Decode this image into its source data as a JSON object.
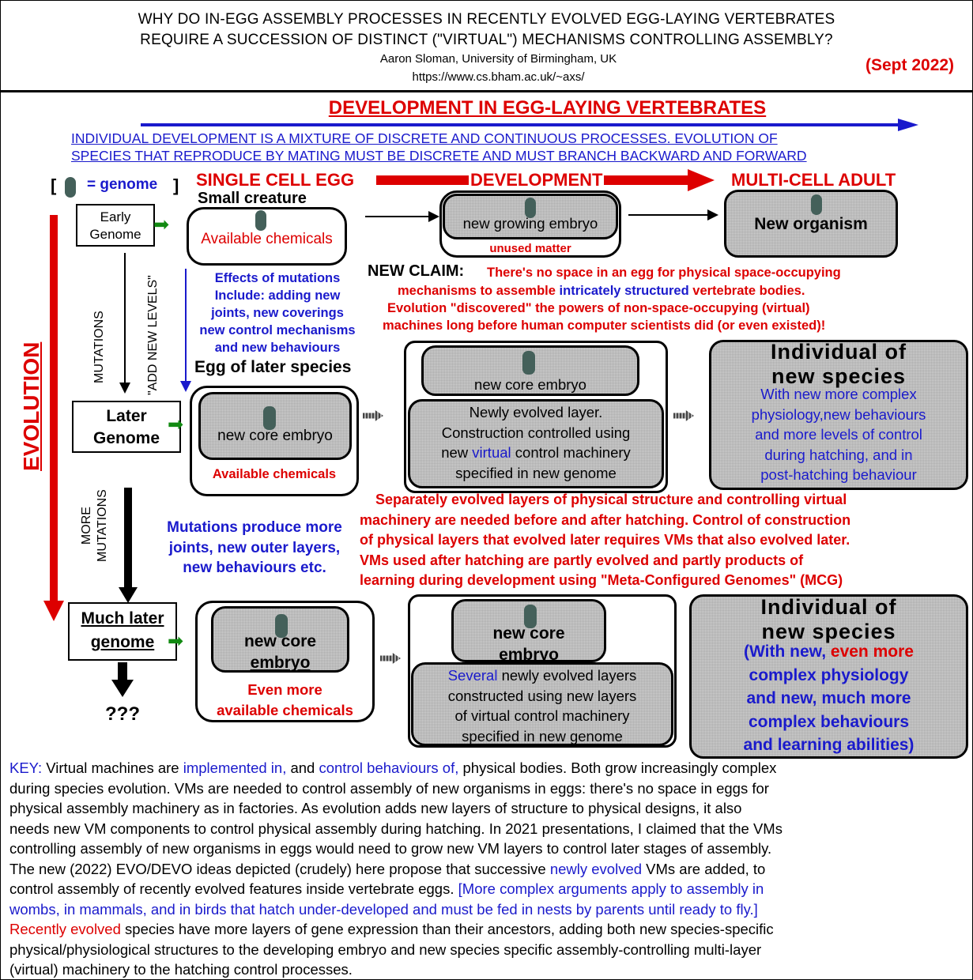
{
  "header": {
    "title_line1": "WHY DO IN-EGG ASSEMBLY PROCESSES IN RECENTLY EVOLVED EGG-LAYING VERTEBRATES",
    "title_line2": "REQUIRE A SUCCESSION OF DISTINCT (\"VIRTUAL\") MECHANISMS CONTROLLING ASSEMBLY?",
    "author": "Aaron Sloman, University of Birmingham, UK",
    "url": "https://www.cs.bham.ac.uk/~axs/",
    "date": "(Sept 2022)"
  },
  "diagram": {
    "main_title": "DEVELOPMENT IN EGG-LAYING VERTEBRATES",
    "intro_line1": "INDIVIDUAL DEVELOPMENT IS A MIXTURE OF DISCRETE AND CONTINUOUS PROCESSES. EVOLUTION OF",
    "intro_line2": "SPECIES THAT REPRODUCE BY MATING MUST BE DISCRETE AND MUST BRANCH BACKWARD AND FORWARD",
    "legend_open": "[",
    "legend_text": "= genome",
    "legend_close": "]",
    "single_cell": "SINGLE CELL EGG",
    "development": "DEVELOPMENT",
    "multi_cell": "MULTI-CELL ADULT",
    "small_creature": "Small creature",
    "early_genome": [
      "Early",
      "Genome"
    ],
    "available_chemicals": "Available chemicals",
    "new_growing_embryo": "new growing embryo",
    "unused_matter": "unused matter",
    "new_organism": "New organism",
    "mutations": "MUTATIONS",
    "add_new_levels": "\"ADD NEW LEVELS\"",
    "evolution": "EVOLUTION",
    "effects": [
      "Effects of mutations",
      "Include: adding new",
      "joints, new coverings",
      "new control mechanisms",
      "and new behaviours"
    ],
    "new_claim_label": "NEW CLAIM:",
    "new_claim_1": "There's no space in  an egg for physical  space-occupying",
    "new_claim_2a": "mechanisms  to assemble",
    "new_claim_2b": "intricately structured",
    "new_claim_2c": "vertebrate bodies.",
    "new_claim_3": "Evolution \"discovered\"  the powers of non-space-occupying (virtual)",
    "new_claim_4": "machines long before human computer scientists did (or even existed)!",
    "egg_later_species": "Egg of later species",
    "later_genome": [
      "Later",
      "Genome"
    ],
    "new_core_embryo": "new core embryo",
    "available_chemicals_2": "Available chemicals",
    "layer_text_1": "Newly evolved layer.",
    "layer_text_2": "Construction controlled using",
    "layer_text_3a": "new",
    "layer_text_3b": "virtual",
    "layer_text_3c": "control machinery",
    "layer_text_4": "specified in new genome",
    "ind_title": [
      "Individual of",
      "new species"
    ],
    "ind_desc": [
      "With new more complex",
      "physiology,new behaviours",
      "and more levels of control",
      "during hatching, and in",
      "post-hatching behaviour"
    ],
    "separately": [
      "Separately evolved layers of physical structure and controlling virtual",
      "machinery are needed before and after hatching. Control of construction",
      "of physical layers that evolved later requires VMs that also evolved later.",
      "VMs  used after hatching  are partly  evolved and partly products of",
      "learning during development using \"Meta-Configured Genomes\" (MCG)"
    ],
    "more_mutations": [
      "MORE",
      "MUTATIONS"
    ],
    "mut_produce": [
      "Mutations produce more",
      "joints, new outer layers,",
      "new behaviours etc."
    ],
    "much_later": [
      "Much later",
      "genome"
    ],
    "qqq": "???",
    "new_core_embryo_3": [
      "new core",
      "embryo"
    ],
    "even_more": [
      "Even more",
      "available chemicals"
    ],
    "new_core_embryo_4": [
      "new core",
      "embryo"
    ],
    "several_a": "Several",
    "several_b": "newly evolved layers",
    "several_2": "constructed using new layers",
    "several_3": "of virtual control machinery",
    "several_4": "specified in  new genome",
    "ind2_title": [
      "Individual of",
      "new species"
    ],
    "ind2_a": "(With new,",
    "ind2_b": "even more",
    "ind2_rest": [
      "complex physiology",
      "and new, much more",
      "complex behaviours",
      "and learning abilities)"
    ]
  },
  "key": {
    "k1a": "KEY:",
    "k1b": "Virtual machines are",
    "k1c": "implemented in,",
    "k1d": "and",
    "k1e": "control behaviours of,",
    "k1f": "physical bodies. Both grow increasingly complex",
    "l2": "during species evolution. VMs are needed to control assembly of new organisms in eggs: there's no space in eggs for",
    "l3": "physical assembly machinery as in factories. As evolution adds new layers of structure to  physical designs, it also",
    "l4": "needs new VM components to control physical assembly during hatching. In 2021 presentations, I claimed that the VMs",
    "l5": "controlling assembly of new organisms in eggs would need to grow new VM layers to control later stages of assembly.",
    "l6a": "The new (2022) EVO/DEVO ideas depicted (crudely) here propose that successive",
    "l6b": "newly evolved",
    "l6c": "VMs  are added, to",
    "l7a": "control assembly of recently evolved features inside vertebrate eggs.",
    "l7b": "[More complex arguments apply to assembly in",
    "l8": "wombs, in mammals, and in birds that hatch under-developed and must be fed in nests by parents until ready to fly.]",
    "l9a": "Recently evolved",
    "l9b": "species have more layers of gene expression than their ancestors, adding both new species-specific",
    "l10": "physical/physiological structures to the developing embryo and new species specific assembly-controlling multi-layer",
    "l11": "(virtual) machinery to the hatching control processes."
  }
}
